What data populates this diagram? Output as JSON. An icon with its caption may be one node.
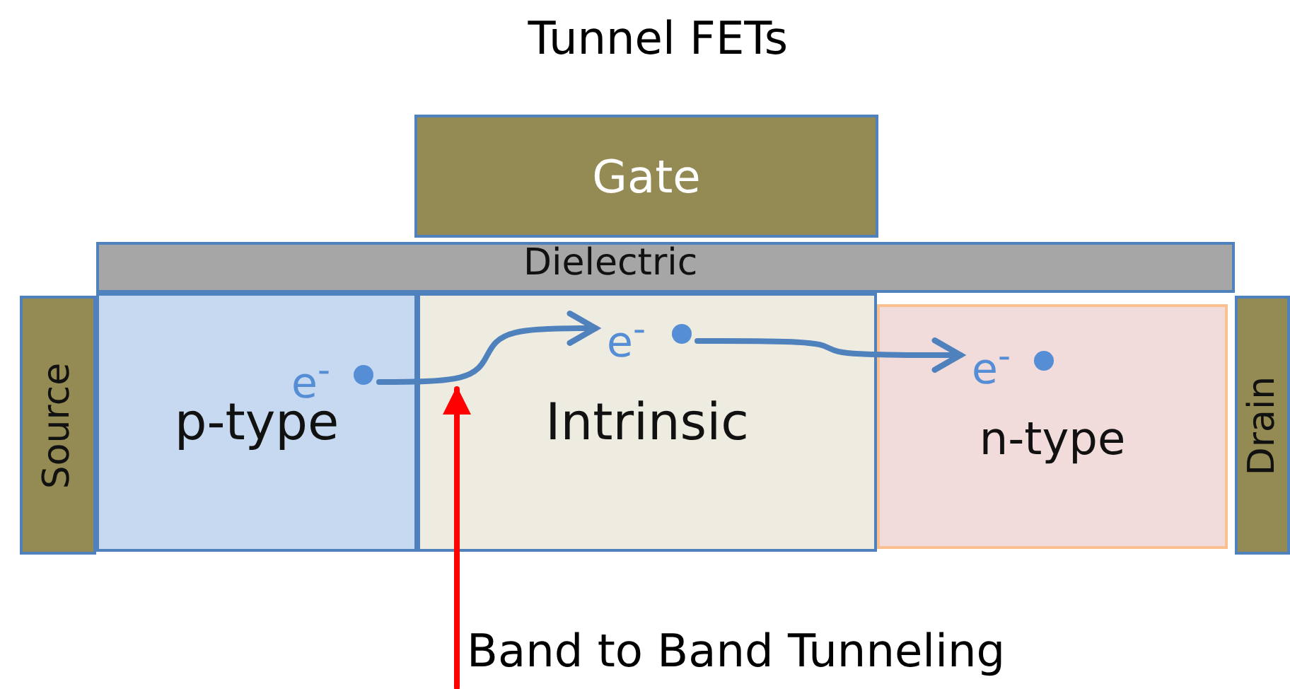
{
  "diagram": {
    "title": "Tunnel FETs",
    "nodes": [
      {
        "text": [
          "Gate"
        ]
      },
      {
        "text": [
          "Dielectric"
        ]
      },
      {
        "text": [
          "Source"
        ]
      },
      {
        "text": [
          "p-type"
        ]
      },
      {
        "text": [
          "Intrinsic"
        ]
      },
      {
        "text": [
          "n-type"
        ]
      },
      {
        "text": [
          "Drain"
        ]
      },
      {
        "text": [
          "e$^{-}$"
        ],
        "in": 3
      },
      {
        "text": [
          "e$^{-}$"
        ],
        "in": 4
      },
      {
        "text": [
          "e$^{-}$"
        ],
        "in": 5
      },
      {
        "text": [
          "Band to Band Tunneling"
        ]
      }
    ],
    "edges": [
      {
        "from": 7,
        "to": 8,
        "arrow": "to"
      },
      {
        "from": 8,
        "to": 9,
        "arrow": "to"
      },
      {
        "from": 10,
        "to": 4,
        "arrow": "to",
        "color": "#ff0000"
      }
    ]
  }
}
